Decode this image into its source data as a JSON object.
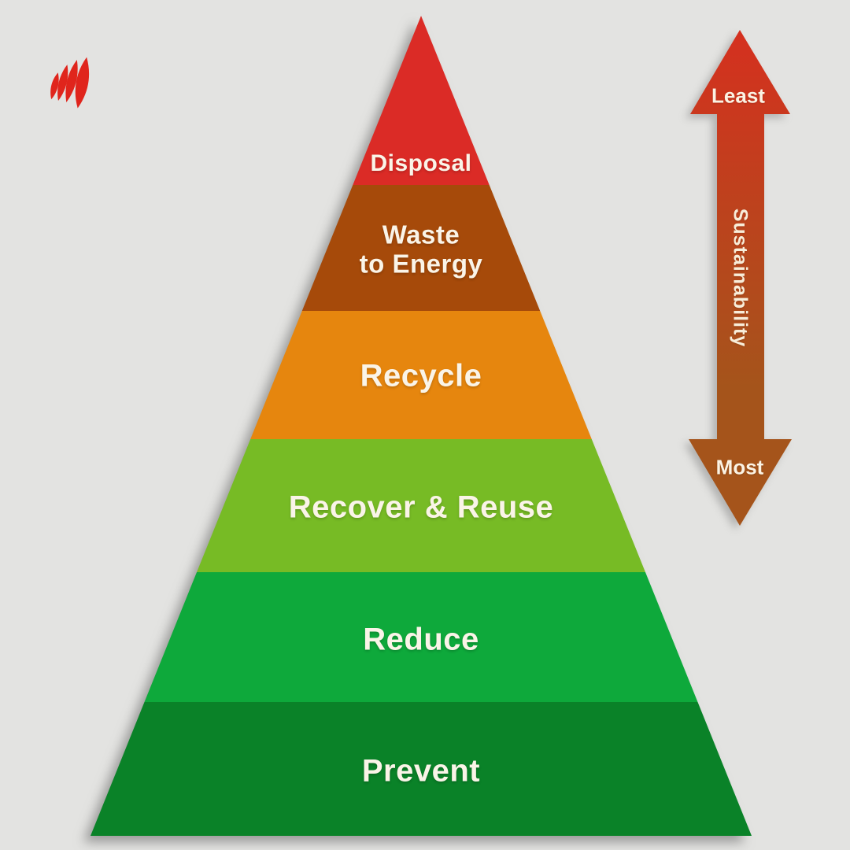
{
  "page": {
    "background_color": "#E3E3E1",
    "description": "Waste hierarchy pyramid infographic"
  },
  "logo": {
    "name": "SBS logo",
    "color": "#E0251C"
  },
  "pyramid": {
    "label_text_color": "#FAF4E8",
    "levels": [
      {
        "label": "Disposal",
        "color": "#DB2B26"
      },
      {
        "label": "Waste\nto Energy",
        "color": "#A64A0A"
      },
      {
        "label": "Recycle",
        "color": "#E6860E"
      },
      {
        "label": "Recover & Reuse",
        "color": "#77BB25"
      },
      {
        "label": "Reduce",
        "color": "#0EA93B"
      },
      {
        "label": "Prevent",
        "color": "#0A8228"
      }
    ]
  },
  "arrow": {
    "top_label": "Least",
    "middle_label": "Sustainability",
    "bottom_label": "Most",
    "gradient_top": "#D5301F",
    "gradient_bottom": "#A5541B"
  }
}
